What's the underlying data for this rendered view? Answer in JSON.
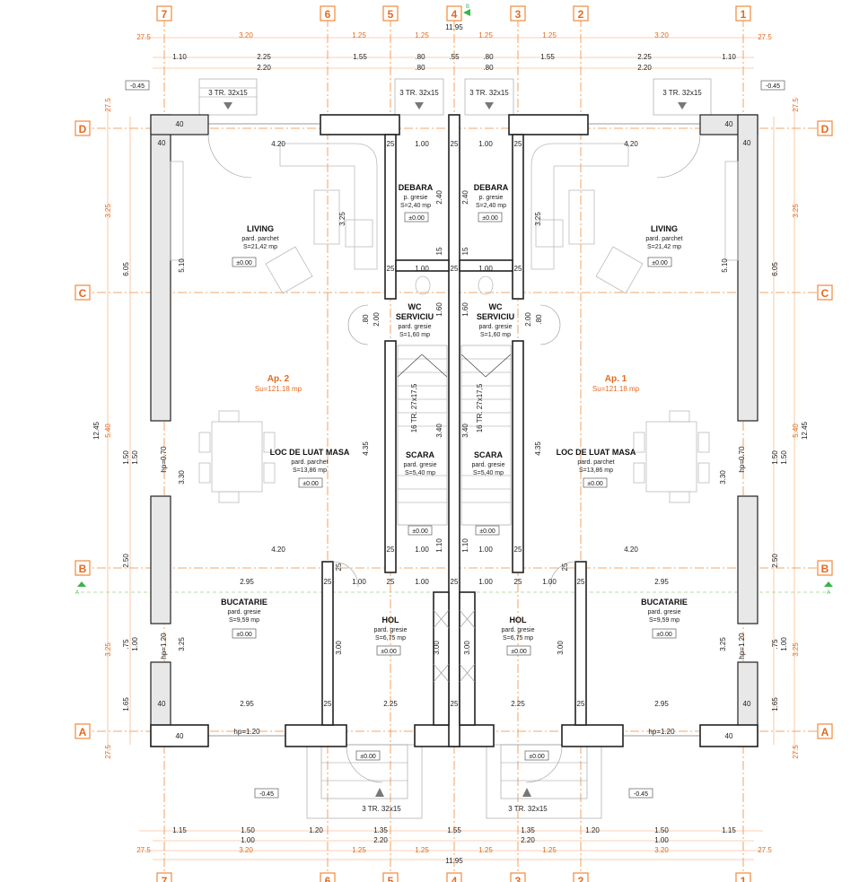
{
  "grid_axes": {
    "columns": [
      "7",
      "6",
      "5",
      "4",
      "3",
      "2",
      "1"
    ],
    "rows": [
      "D",
      "C",
      "B",
      "A"
    ]
  },
  "section_marker": {
    "top": "B",
    "left": "A",
    "right": "A"
  },
  "dims": {
    "total_width": "11.95",
    "total_height": "12.45",
    "top_row1": [
      "27.5",
      "3.20",
      "1.25",
      "1.25",
      "1.25",
      "1.25",
      "3.20",
      "27.5"
    ],
    "top_row2": [
      "1.10",
      "2.25",
      "1.55",
      ".80",
      ".55",
      ".80",
      "1.55",
      "2.25",
      "1.10"
    ],
    "top_row3": [
      "2.20",
      "2.20"
    ],
    "bottom_row1": [
      "1.15",
      "1.50",
      "1.20",
      "1.35",
      "1.55",
      "1.35",
      "1.20",
      "1.50",
      "1.15"
    ],
    "bottom_row2": [
      "1.00",
      "2.20",
      "2.20",
      "1.00"
    ],
    "bottom_row3": [
      "27.5",
      "3.20",
      "1.25",
      "1.25",
      "1.25",
      "1.25",
      "3.20",
      "27.5"
    ],
    "left_outer": [
      "27.5",
      "3.25",
      "5.40",
      "3.25",
      "27.5"
    ],
    "left_inner": [
      "6.05",
      "1.50",
      "2.50",
      ".75",
      "1.65"
    ],
    "left_inner2": [
      "1.50",
      "1.00"
    ],
    "right_outer": [
      "27.5",
      "3.25",
      "5.40",
      "3.25",
      "27.5"
    ],
    "right_inner": [
      "6.05",
      "1.50",
      "2.50",
      ".75",
      "1.65"
    ],
    "right_inner2": [
      "1.50",
      "1.00"
    ],
    "interior": {
      "living_w": "4.20",
      "dining_w": "4.20",
      "kitchen_w": "2.95",
      "hol_w": "2.25",
      "wall_25": "25",
      "wall_40": "40",
      "w_100": "1.00",
      "h_510": "5.10",
      "h_325": "3.25",
      "h_330": "3.30",
      "h_435": "4.35",
      "h_340": "3.40",
      "h_300": "3.00",
      "h_240": "2.40",
      "h_200": "2.00",
      "h_160": "1.60",
      "h_110": "1.10",
      "w_80": ".80",
      "w_15": "15",
      "hp_070": "hp=0.70",
      "hp_120": "hp=1.20"
    }
  },
  "levels": {
    "outside_top": "-0.45",
    "outside_bottom": "-0.45",
    "zero": "±0.00"
  },
  "stairs_ext": {
    "label": "3 TR. 32x15"
  },
  "stairs_int": {
    "label": "16 TR. 27x17,5"
  },
  "apartments": [
    {
      "name": "Ap. 2",
      "area": "Su=121.18 mp"
    },
    {
      "name": "Ap. 1",
      "area": "Su=121.18 mp"
    }
  ],
  "rooms": {
    "living": {
      "name": "LIVING",
      "floor": "pard. parchet",
      "area": "S=21,42 mp"
    },
    "debara": {
      "name": "DEBARA",
      "floor": "p. gresie",
      "area": "S=2,40 mp"
    },
    "wc": {
      "name1": "WC",
      "name2": "SERVICIU",
      "floor": "pard. gresie",
      "area": "S=1,60 mp"
    },
    "scara": {
      "name": "SCARA",
      "floor": "pard. gresie",
      "area": "S=5,40 mp"
    },
    "dining": {
      "name": "LOC DE LUAT MASA",
      "floor": "pard. parchet",
      "area": "S=13,86 mp"
    },
    "kitchen": {
      "name": "BUCATARIE",
      "floor": "pard. gresie",
      "area": "S=9,59 mp"
    },
    "hol": {
      "name": "HOL",
      "floor": "pard. gresie",
      "area": "S=6,75 mp"
    }
  },
  "colors": {
    "axis": "#f08a3c",
    "axis_text": "#e36a1f",
    "wall": "#222222"
  }
}
